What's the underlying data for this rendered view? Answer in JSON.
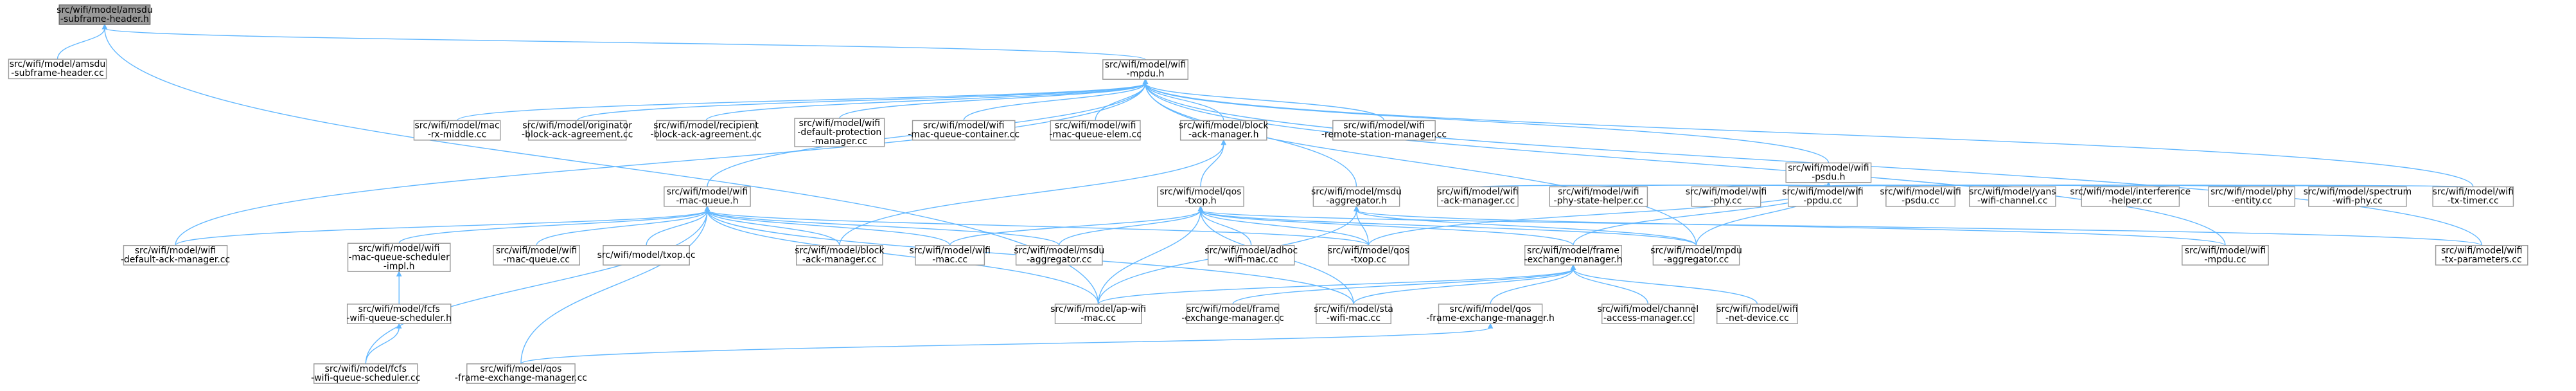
{
  "graph": {
    "colors": {
      "edge": "#63b8ff",
      "node_border": "#999999",
      "root_fill": "#999999",
      "node_fill": "#ffffff"
    },
    "nodes": [
      {
        "id": "root",
        "lines": [
          "src/wifi/model/amsdu",
          "-subframe-header.h"
        ],
        "root": true
      },
      {
        "id": "amsdu_cc",
        "lines": [
          "src/wifi/model/amsdu",
          "-subframe-header.cc"
        ]
      },
      {
        "id": "mpdu_h",
        "lines": [
          "src/wifi/model/wifi",
          "-mpdu.h"
        ]
      },
      {
        "id": "mac_rx_middle",
        "lines": [
          "src/wifi/model/mac",
          "-rx-middle.cc"
        ]
      },
      {
        "id": "originator",
        "lines": [
          "src/wifi/model/originator",
          "-block-ack-agreement.cc"
        ]
      },
      {
        "id": "recipient",
        "lines": [
          "src/wifi/model/recipient",
          "-block-ack-agreement.cc"
        ]
      },
      {
        "id": "default_protection",
        "lines": [
          "src/wifi/model/wifi",
          "-default-protection",
          "-manager.cc"
        ]
      },
      {
        "id": "mac_queue_container",
        "lines": [
          "src/wifi/model/wifi",
          "-mac-queue-container.cc"
        ]
      },
      {
        "id": "mac_queue_elem",
        "lines": [
          "src/wifi/model/wifi",
          "-mac-queue-elem.cc"
        ]
      },
      {
        "id": "block_ack_manager_h",
        "lines": [
          "src/wifi/model/block",
          "-ack-manager.h"
        ]
      },
      {
        "id": "remote_station",
        "lines": [
          "src/wifi/model/wifi",
          "-remote-station-manager.cc"
        ]
      },
      {
        "id": "psdu_h",
        "lines": [
          "src/wifi/model/wifi",
          "-psdu.h"
        ]
      },
      {
        "id": "mac_queue_h",
        "lines": [
          "src/wifi/model/wifi",
          "-mac-queue.h"
        ]
      },
      {
        "id": "qos_txop_h",
        "lines": [
          "src/wifi/model/qos",
          "-txop.h"
        ]
      },
      {
        "id": "msdu_aggregator_h",
        "lines": [
          "src/wifi/model/msdu",
          "-aggregator.h"
        ]
      },
      {
        "id": "ack_manager_cc",
        "lines": [
          "src/wifi/model/wifi",
          "-ack-manager.cc"
        ]
      },
      {
        "id": "phy_state_helper",
        "lines": [
          "src/wifi/model/wifi",
          "-phy-state-helper.cc"
        ]
      },
      {
        "id": "wifi_phy_cc",
        "lines": [
          "src/wifi/model/wifi",
          "-phy.cc"
        ]
      },
      {
        "id": "wifi_ppdu_cc",
        "lines": [
          "src/wifi/model/wifi",
          "-ppdu.cc"
        ]
      },
      {
        "id": "wifi_psdu_cc",
        "lines": [
          "src/wifi/model/wifi",
          "-psdu.cc"
        ]
      },
      {
        "id": "yans_channel",
        "lines": [
          "src/wifi/model/yans",
          "-wifi-channel.cc"
        ]
      },
      {
        "id": "interference",
        "lines": [
          "src/wifi/model/interference",
          "-helper.cc"
        ]
      },
      {
        "id": "phy_entity",
        "lines": [
          "src/wifi/model/phy",
          "-entity.cc"
        ]
      },
      {
        "id": "spectrum_phy",
        "lines": [
          "src/wifi/model/spectrum",
          "-wifi-phy.cc"
        ]
      },
      {
        "id": "tx_timer",
        "lines": [
          "src/wifi/model/wifi",
          "-tx-timer.cc"
        ]
      },
      {
        "id": "default_ack_manager",
        "lines": [
          "src/wifi/model/wifi",
          "-default-ack-manager.cc"
        ]
      },
      {
        "id": "scheduler_impl_h",
        "lines": [
          "src/wifi/model/wifi",
          "-mac-queue-scheduler",
          "-impl.h"
        ]
      },
      {
        "id": "mac_queue_cc",
        "lines": [
          "src/wifi/model/wifi",
          "-mac-queue.cc"
        ]
      },
      {
        "id": "txop_cc",
        "lines": [
          "src/wifi/model/txop.cc"
        ]
      },
      {
        "id": "block_ack_manager_cc",
        "lines": [
          "src/wifi/model/block",
          "-ack-manager.cc"
        ]
      },
      {
        "id": "wifi_mac_cc",
        "lines": [
          "src/wifi/model/wifi",
          "-mac.cc"
        ]
      },
      {
        "id": "msdu_aggregator_cc",
        "lines": [
          "src/wifi/model/msdu",
          "-aggregator.cc"
        ]
      },
      {
        "id": "adhoc_mac",
        "lines": [
          "src/wifi/model/adhoc",
          "-wifi-mac.cc"
        ]
      },
      {
        "id": "qos_txop_cc",
        "lines": [
          "src/wifi/model/qos",
          "-txop.cc"
        ]
      },
      {
        "id": "frame_exchange_h",
        "lines": [
          "src/wifi/model/frame",
          "-exchange-manager.h"
        ]
      },
      {
        "id": "mpdu_aggregator_cc",
        "lines": [
          "src/wifi/model/mpdu",
          "-aggregator.cc"
        ]
      },
      {
        "id": "wifi_mpdu_cc",
        "lines": [
          "src/wifi/model/wifi",
          "-mpdu.cc"
        ]
      },
      {
        "id": "tx_parameters",
        "lines": [
          "src/wifi/model/wifi",
          "-tx-parameters.cc"
        ]
      },
      {
        "id": "fcfs_h",
        "lines": [
          "src/wifi/model/fcfs",
          "-wifi-queue-scheduler.h"
        ]
      },
      {
        "id": "ap_mac",
        "lines": [
          "src/wifi/model/ap-wifi",
          "-mac.cc"
        ]
      },
      {
        "id": "frame_exchange_cc",
        "lines": [
          "src/wifi/model/frame",
          "-exchange-manager.cc"
        ]
      },
      {
        "id": "sta_mac",
        "lines": [
          "src/wifi/model/sta",
          "-wifi-mac.cc"
        ]
      },
      {
        "id": "qos_fem_h",
        "lines": [
          "src/wifi/model/qos",
          "-frame-exchange-manager.h"
        ]
      },
      {
        "id": "channel_access",
        "lines": [
          "src/wifi/model/channel",
          "-access-manager.cc"
        ]
      },
      {
        "id": "net_device",
        "lines": [
          "src/wifi/model/wifi",
          "-net-device.cc"
        ]
      },
      {
        "id": "fcfs_cc",
        "lines": [
          "src/wifi/model/fcfs",
          "-wifi-queue-scheduler.cc"
        ]
      },
      {
        "id": "qos_fem_cc",
        "lines": [
          "src/wifi/model/qos",
          "-frame-exchange-manager.cc"
        ]
      }
    ]
  }
}
